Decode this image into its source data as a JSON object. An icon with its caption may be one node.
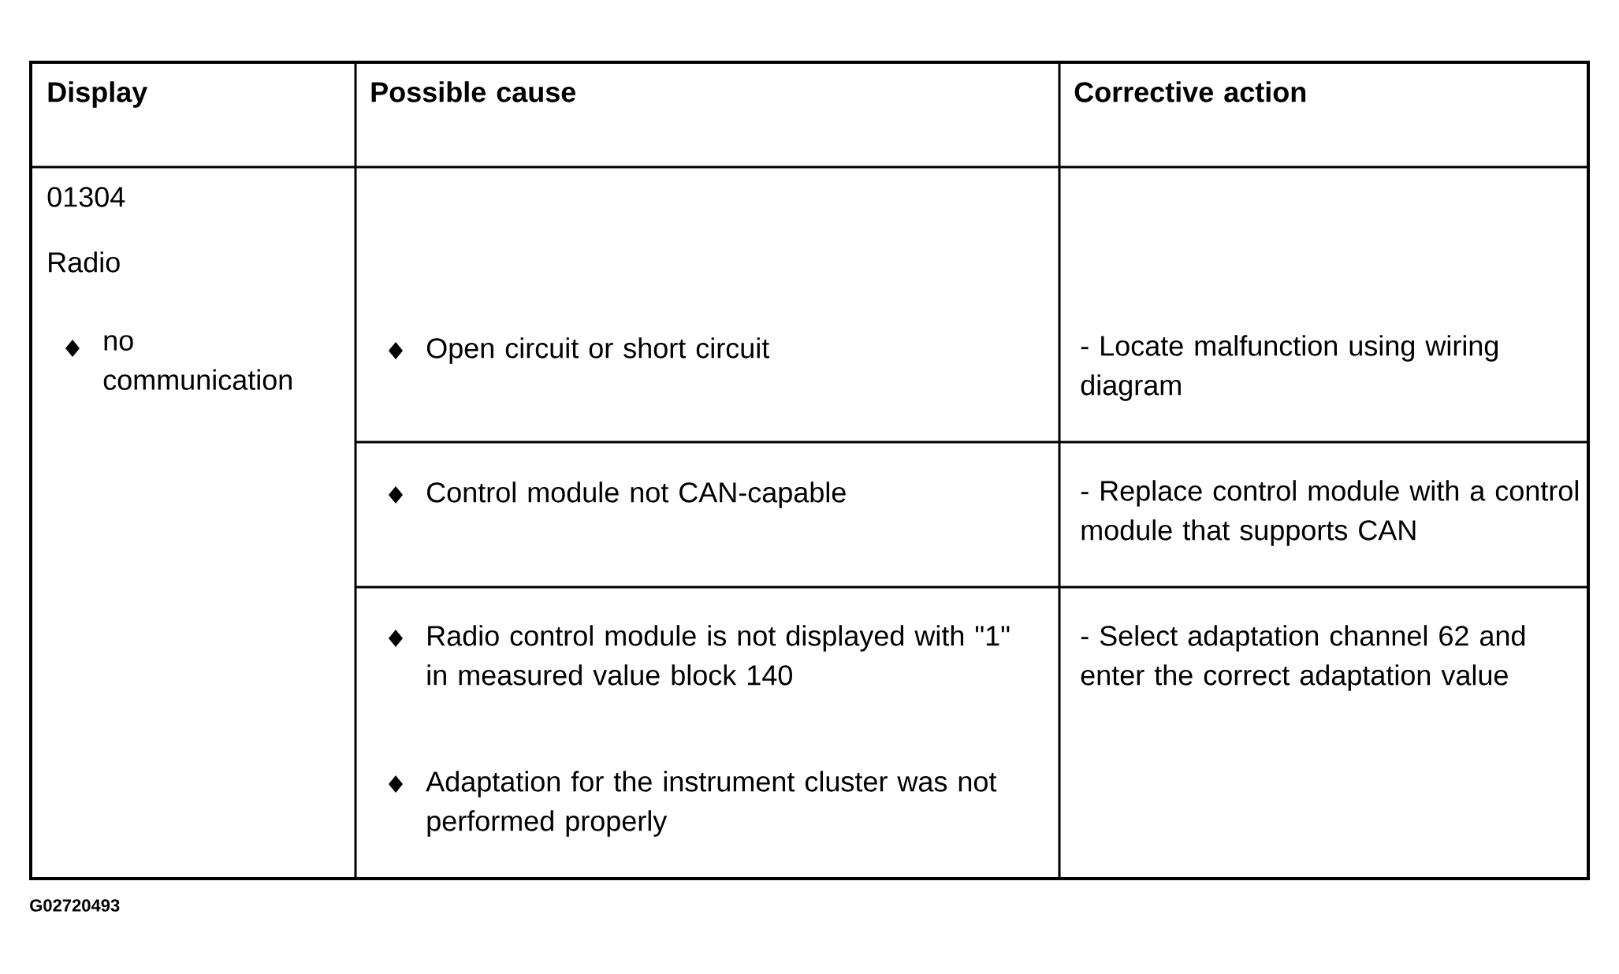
{
  "diagram": {
    "labels": [
      "Display",
      "Possible cause",
      "Corrective action",
      "01304",
      "Radio",
      "no communication",
      "Open circuit or short circuit",
      "- Locate malfunction using wiring diagram",
      "Control module not CAN-capable",
      "- Replace control module with a control module that supports CAN",
      "Radio control module is not displayed with \"1\" in measured value block 140",
      "Adaptation for the instrument cluster was not performed properly",
      "- Select adaptation channel 62 and enter the correct adaptation value",
      "G02720493"
    ]
  }
}
